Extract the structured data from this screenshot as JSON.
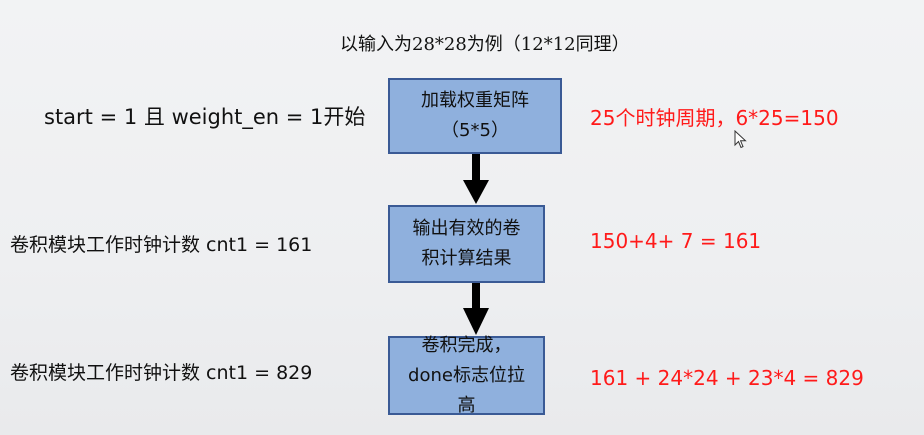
{
  "title": "以输入为28*28为例（12*12同理）",
  "steps": [
    {
      "left_label": "start = 1 且 weight_en = 1开始",
      "box_lines": [
        "加载权重矩阵",
        "（5*5）"
      ],
      "right_note": "25个时钟周期，6*25=150"
    },
    {
      "left_label": "卷积模块工作时钟计数 cnt1 = 161",
      "box_lines": [
        "输出有效的卷",
        "积计算结果"
      ],
      "right_note": "150+4+ 7 = 161"
    },
    {
      "left_label": "卷积模块工作时钟计数 cnt1 = 829",
      "box_lines": [
        "卷积完成，",
        "done标志位拉",
        "高"
      ],
      "right_note": "161 + 24*24 + 23*4 = 829"
    }
  ],
  "colors": {
    "box_fill": "#8fb0dd",
    "box_border": "#3a5a95",
    "note_red": "#ff1a1a",
    "arrow": "#000000"
  },
  "icons": [
    "mouse-cursor-icon"
  ]
}
